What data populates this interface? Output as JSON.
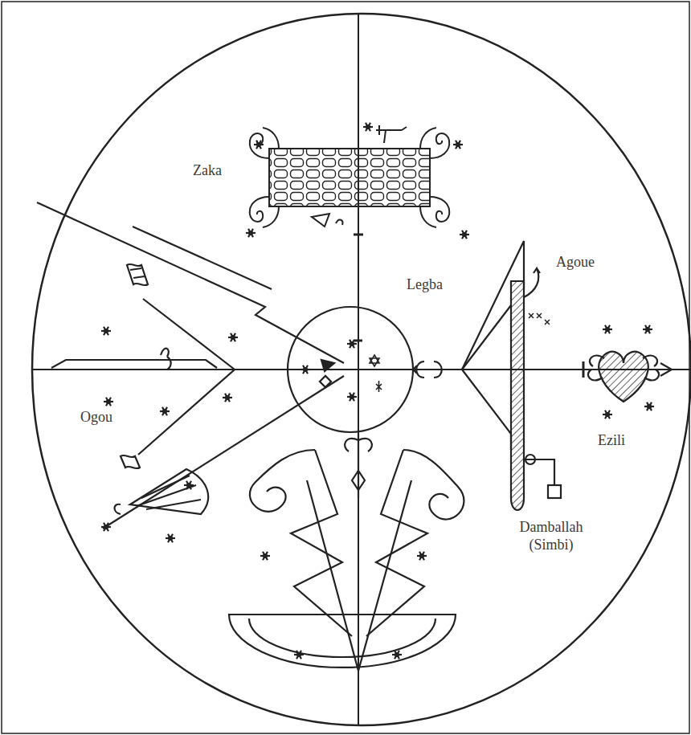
{
  "diagram": {
    "labels": [
      "Zaka",
      "Legba",
      "Agoue",
      "Ogou",
      "Ezili",
      "Damballah (Simbi)"
    ]
  }
}
